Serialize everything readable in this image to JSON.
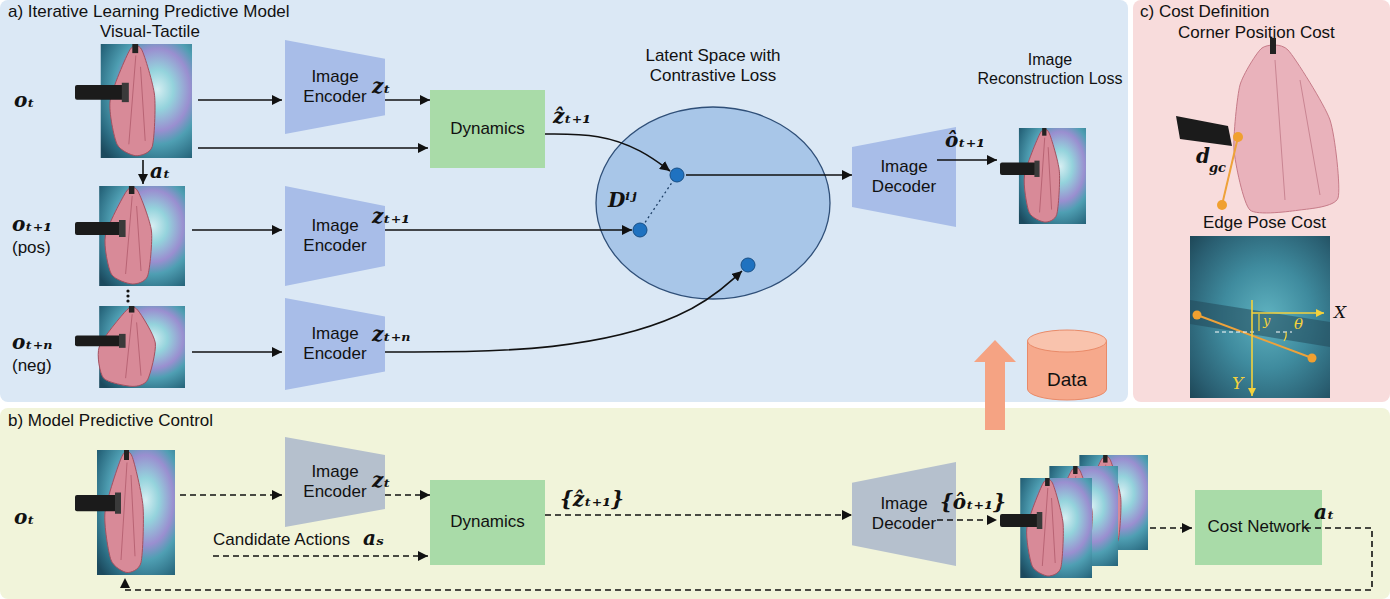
{
  "diagram": {
    "nodes": [
      {
        "text": [
          "a) Iterative Learning Predictive Model"
        ]
      },
      {
        "text": [
          "Image Encoder"
        ],
        "in": 0
      },
      {
        "text": [
          "Dynamics"
        ],
        "in": 0
      },
      {
        "text": [
          "Latent Space with Contrastive Loss"
        ],
        "in": 0
      },
      {
        "text": [
          "Image Decoder"
        ],
        "in": 0
      },
      {
        "text": [
          "Image Encoder"
        ],
        "in": 0
      },
      {
        "text": [
          "Image Encoder"
        ],
        "in": 0
      },
      {
        "text": [
          "Data"
        ],
        "in": 0
      },
      {
        "text": [
          "c) Cost Definition",
          "Corner Position Cost",
          "Edge Pose Cost"
        ]
      },
      {
        "text": [
          "b) Model Predictive Control"
        ]
      },
      {
        "text": [
          "Image Encoder"
        ],
        "in": 9
      },
      {
        "text": [
          "Dynamics"
        ],
        "in": 9
      },
      {
        "text": [
          "Image Decoder"
        ],
        "in": 9
      },
      {
        "text": [
          "Cost Network"
        ],
        "in": 9
      }
    ],
    "edges": [
      {
        "from": 1,
        "to": 2,
        "arrow": "to",
        "label": "zₜ"
      },
      {
        "from": 2,
        "to": 3,
        "arrow": "to",
        "label": "ẑₜ₊₁"
      },
      {
        "from": 5,
        "to": 3,
        "arrow": "to",
        "label": "zₜ₊₁"
      },
      {
        "from": 6,
        "to": 3,
        "arrow": "to",
        "label": "zₜ₊ₙ"
      },
      {
        "from": 3,
        "to": 4,
        "arrow": "to"
      },
      {
        "from": 10,
        "to": 11,
        "arrow": "to",
        "label": "zₜ"
      },
      {
        "from": 11,
        "to": 12,
        "arrow": "to",
        "label": "{ẑₜ₊₁}"
      }
    ],
    "labels": [
      "Visual-Tactile",
      "oₜ",
      "aₜ",
      "oₜ₊₁",
      "(pos)",
      "oₜ₊ₙ",
      "(neg)",
      "Dⁱʲ",
      "Image Reconstruction Loss",
      "ôₜ₊₁",
      "d",
      "gc",
      "X",
      "y",
      "θ",
      "Y",
      "oₜ",
      "Candidate Actions",
      "aₛ",
      "{ôₜ₊₁}",
      "aₜ"
    ]
  }
}
